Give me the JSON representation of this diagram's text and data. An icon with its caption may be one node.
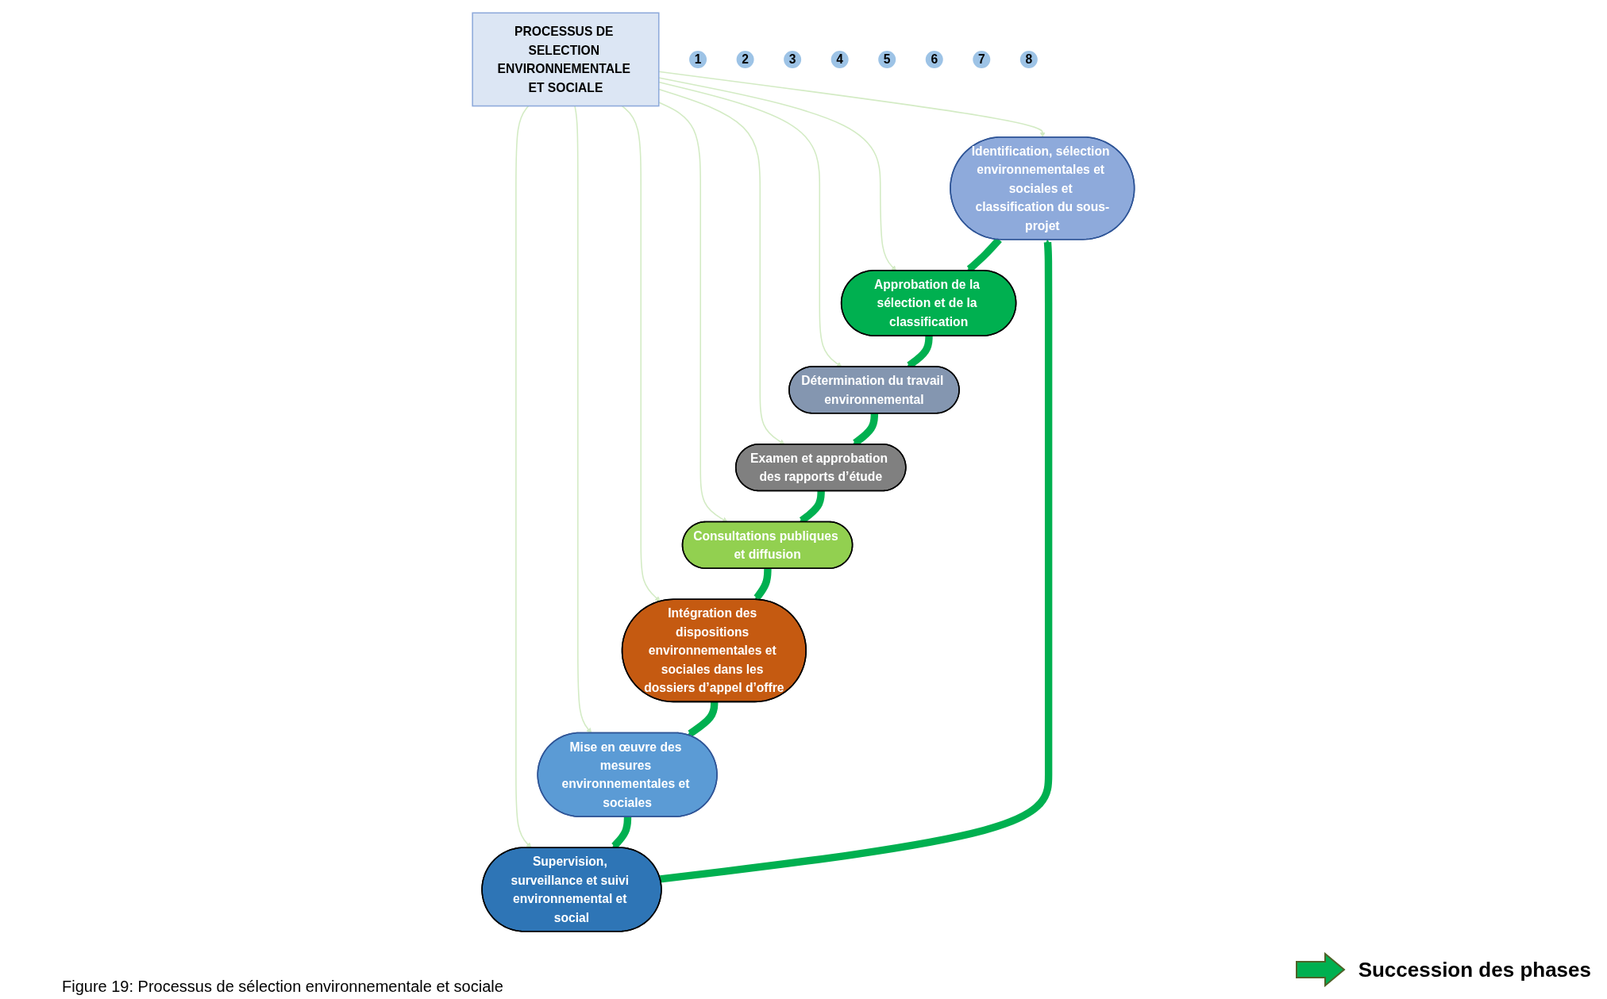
{
  "diagram": {
    "caption": "Figure 19: Processus de sélection environnementale et sociale",
    "nodes": [
      {
        "text": [
          "PROCESSUS DE SELECTION ENVIRONNEMENTALE ET SOCIALE"
        ]
      },
      {
        "text": [
          "Identification, sélection environnementales et sociales et classification du sous-projet"
        ]
      },
      {
        "text": [
          "Approbation de la sélection et de la classification"
        ]
      },
      {
        "text": [
          "Détermination du travail environnemental"
        ]
      },
      {
        "text": [
          "Examen et approbation des rapports d’étude"
        ]
      },
      {
        "text": [
          "Consultations publiques et diffusion"
        ]
      },
      {
        "text": [
          "Intégration des dispositions environnementales et sociales dans les dossiers d’appel d’offre"
        ]
      },
      {
        "text": [
          "Mise en œuvre des mesures environnementales et sociales"
        ]
      },
      {
        "text": [
          "Supervision, surveillance et suivi environnemental et social"
        ]
      },
      {
        "text": [
          "1"
        ]
      },
      {
        "text": [
          "2"
        ]
      },
      {
        "text": [
          "3"
        ]
      },
      {
        "text": [
          "4"
        ]
      },
      {
        "text": [
          "5"
        ]
      },
      {
        "text": [
          "6"
        ]
      },
      {
        "text": [
          "7"
        ]
      },
      {
        "text": [
          "8"
        ]
      }
    ],
    "edges": [
      {
        "from": 0,
        "to": 1,
        "arrow": "to",
        "color": "#d3ebc4"
      },
      {
        "from": 0,
        "to": 2,
        "arrow": "to",
        "color": "#d3ebc4"
      },
      {
        "from": 0,
        "to": 3,
        "arrow": "to",
        "color": "#d3ebc4"
      },
      {
        "from": 0,
        "to": 4,
        "arrow": "to",
        "color": "#d3ebc4"
      },
      {
        "from": 0,
        "to": 5,
        "arrow": "to",
        "color": "#d3ebc4"
      },
      {
        "from": 0,
        "to": 6,
        "arrow": "to",
        "color": "#d3ebc4"
      },
      {
        "from": 0,
        "to": 7,
        "arrow": "to",
        "color": "#d3ebc4"
      },
      {
        "from": 0,
        "to": 8,
        "arrow": "to",
        "color": "#d3ebc4"
      },
      {
        "from": 1,
        "to": 2,
        "arrow": "to",
        "style": "thick",
        "color": "#00b050"
      },
      {
        "from": 2,
        "to": 3,
        "arrow": "to",
        "style": "thick",
        "color": "#00b050"
      },
      {
        "from": 3,
        "to": 4,
        "arrow": "to",
        "style": "thick",
        "color": "#00b050"
      },
      {
        "from": 4,
        "to": 5,
        "arrow": "to",
        "style": "thick",
        "color": "#00b050"
      },
      {
        "from": 5,
        "to": 6,
        "arrow": "to",
        "style": "thick",
        "color": "#00b050"
      },
      {
        "from": 6,
        "to": 7,
        "arrow": "to",
        "style": "thick",
        "color": "#00b050"
      },
      {
        "from": 7,
        "to": 8,
        "arrow": "to",
        "style": "thick",
        "color": "#00b050"
      },
      {
        "from": 8,
        "to": 1,
        "arrow": "to",
        "style": "thick",
        "color": "#00b050"
      }
    ],
    "legend": [
      {
        "text": "Succession des phases"
      }
    ]
  }
}
